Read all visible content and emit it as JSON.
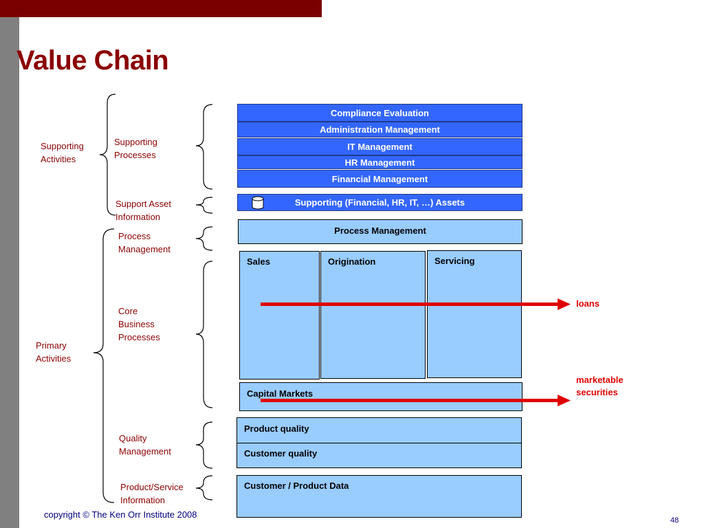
{
  "title": "Value Chain",
  "labels": {
    "supporting_activities": "Supporting\nActivities",
    "supporting_processes": "Supporting\nProcesses",
    "support_asset_information": "Support Asset\nInformation",
    "process_management": "Process\nManagement",
    "core_business_processes": "Core\nBusiness\nProcesses",
    "primary_activities": "Primary\nActivities",
    "quality_management": "Quality\nManagement",
    "product_service_information": "Product/Service\nInformation"
  },
  "support_boxes": [
    "Compliance Evaluation",
    "Administration Management",
    "IT Management",
    "HR Management",
    "Financial Management"
  ],
  "assets_box": "Supporting (Financial, HR, IT, …) Assets",
  "process_management_box": "Process Management",
  "core_columns": [
    "Sales",
    "Origination",
    "Servicing"
  ],
  "capital_markets": "Capital Markets",
  "quality_boxes": [
    "Product quality",
    "Customer quality"
  ],
  "data_box": "Customer / Product Data",
  "outputs": {
    "loans": "loans",
    "marketable_securities": "marketable\nsecurities"
  },
  "footer": {
    "copyright": "copyright © The Ken Orr Institute 2008",
    "page": "48"
  },
  "colors": {
    "title_red": "#8b0000",
    "support_blue": "#3366ff",
    "light_blue": "#99ccff",
    "arrow_red": "#e00000"
  }
}
